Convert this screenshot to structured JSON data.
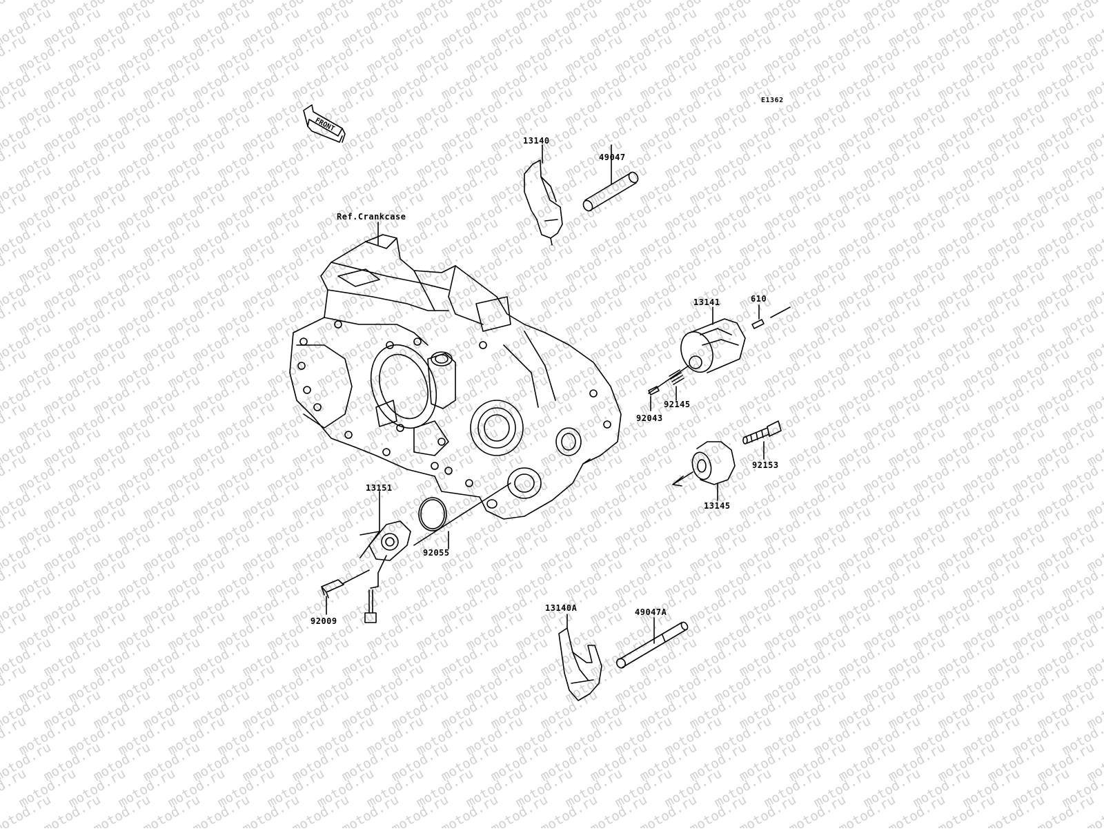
{
  "diagram": {
    "code": "E1362",
    "front_label": "FRONT",
    "watermark": "motod.ru",
    "ref_label": "Ref.Crankcase",
    "parts": {
      "p13140": "13140",
      "p49047": "49047",
      "p13141": "13141",
      "p610": "610",
      "p92145": "92145",
      "p92043": "92043",
      "p92153": "92153",
      "p13145": "13145",
      "p13151": "13151",
      "p92055": "92055",
      "p92009": "92009",
      "p13140A": "13140A",
      "p49047A": "49047A"
    }
  },
  "colors": {
    "line": "#000000",
    "watermark": "#d0d0d0",
    "background": "#ffffff"
  }
}
